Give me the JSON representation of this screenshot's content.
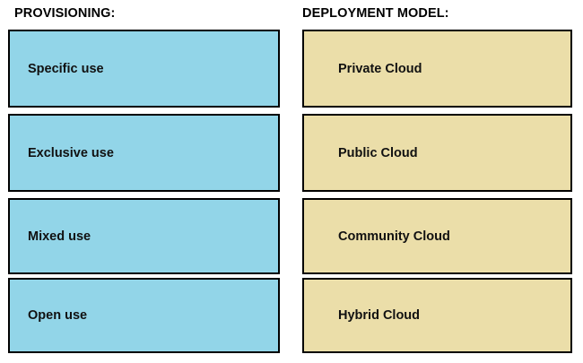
{
  "diagram": {
    "type": "two-column-category-boxes",
    "background_color": "#ffffff",
    "columns": [
      {
        "id": "provisioning",
        "header": "PROVISIONING:",
        "box_fill_color": "#92d5e8",
        "box_border_color": "#000000",
        "items": [
          {
            "label": "Specific use"
          },
          {
            "label": "Exclusive use"
          },
          {
            "label": "Mixed use"
          },
          {
            "label": "Open use"
          }
        ]
      },
      {
        "id": "deployment-model",
        "header": "DEPLOYMENT MODEL:",
        "box_fill_color": "#ebdea9",
        "box_border_color": "#000000",
        "items": [
          {
            "label": "Private Cloud"
          },
          {
            "label": "Public Cloud"
          },
          {
            "label": "Community Cloud"
          },
          {
            "label": "Hybrid Cloud"
          }
        ]
      }
    ]
  }
}
